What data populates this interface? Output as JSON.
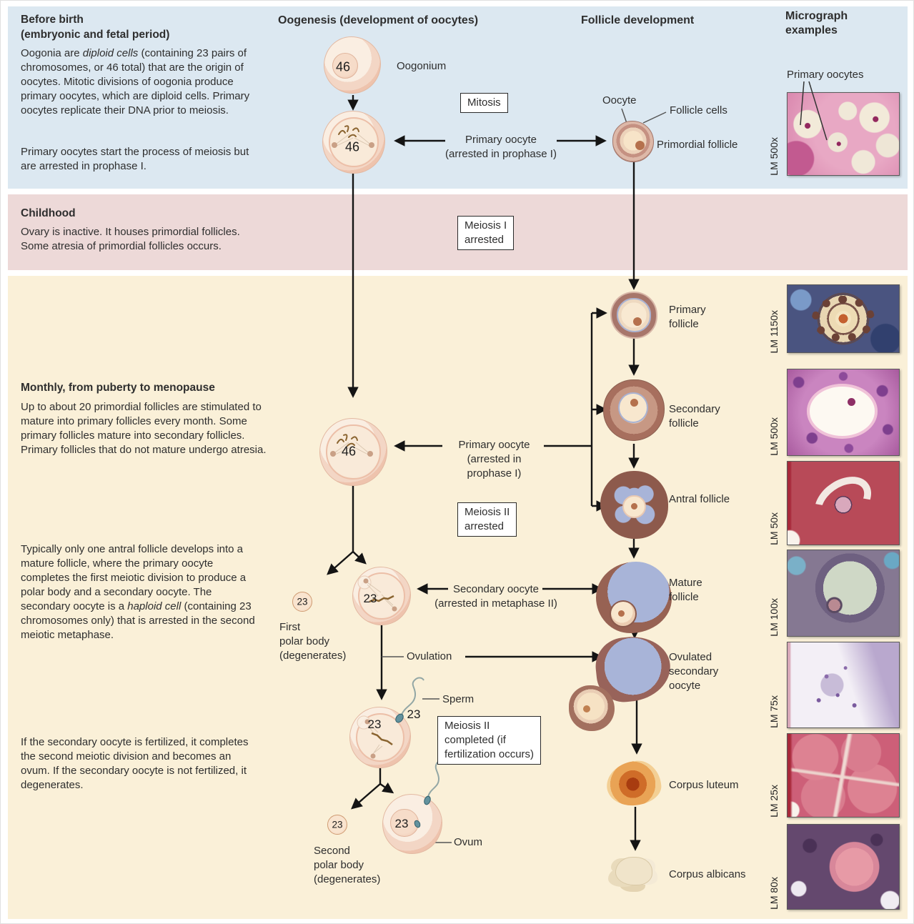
{
  "colors": {
    "band_before_birth": "#dce8f1",
    "band_childhood": "#edd9d8",
    "band_monthly": "#faf0d8",
    "arrow": "#141414",
    "text": "#2e2e2e"
  },
  "headers": {
    "oogenesis": "Oogenesis (development of oocytes)",
    "follicle": "Follicle development",
    "micrograph": "Micrograph\nexamples"
  },
  "sections": {
    "before_birth": {
      "heading": "Before birth\n(embryonic and fetal period)",
      "p1a": "Oogonia are ",
      "p1b": "diploid cells",
      "p1c": " (containing 23 pairs of chromosomes, or 46 total) that are the origin of oocytes. Mitotic divisions of oogonia produce primary oocytes, which are diploid cells. Primary oocytes replicate their DNA prior to meiosis.",
      "p2": "Primary oocytes start the process of meiosis but are arrested in prophase I."
    },
    "childhood": {
      "heading": "Childhood",
      "body": "Ovary is inactive. It houses primordial follicles.\nSome atresia of primordial follicles occurs."
    },
    "monthly": {
      "heading": "Monthly, from puberty to menopause",
      "body": "Up to about 20 primordial follicles are stimulated to mature into primary follicles every month. Some primary follicles mature into secondary follicles. Primary follicles that do not mature undergo atresia."
    },
    "antral_note": {
      "p1a": "Typically only one antral follicle develops into a mature follicle, where the primary oocyte completes the first meiotic division to produce a polar body and a secondary oocyte. The secondary oocyte is a ",
      "p1b": "haploid cell",
      "p1c": " (containing 23 chromosomes only) that is arrested in the second meiotic metaphase."
    },
    "fertilization_note": "If the secondary oocyte is fertilized, it completes the second meiotic division and becomes an ovum. If the secondary oocyte is not fertilized, it degenerates."
  },
  "boxes": {
    "mitosis": "Mitosis",
    "meiosis1": "Meiosis I\narrested",
    "meiosis2": "Meiosis II\narrested",
    "meiosis2_completed": "Meiosis II\ncompleted (if\nfertilization occurs)"
  },
  "labels": {
    "oogonium": "Oogonium",
    "primary_oocyte_top": "Primary oocyte\n(arrested in prophase I)",
    "oocyte": "Oocyte",
    "follicle_cells": "Follicle cells",
    "primordial_follicle": "Primordial follicle",
    "primary_oocyte_mid": "Primary oocyte\n(arrested in\nprophase I)",
    "secondary_oocyte": "Secondary oocyte\n(arrested in metaphase II)",
    "ovulation": "Ovulation",
    "sperm": "Sperm",
    "first_polar_body": "First\npolar body\n(degenerates)",
    "second_polar_body": "Second\npolar body\n(degenerates)",
    "ovum": "Ovum",
    "primary_follicle": "Primary\nfollicle",
    "secondary_follicle": "Secondary\nfollicle",
    "antral_follicle": "Antral follicle",
    "mature_follicle": "Mature\nfollicle",
    "ovulated_secondary_oocyte": "Ovulated\nsecondary\noocyte",
    "corpus_luteum": "Corpus luteum",
    "corpus_albicans": "Corpus albicans",
    "micrograph_primary_oocytes": "Primary oocytes"
  },
  "numbers": {
    "oogonium": "46",
    "primary_top": "46",
    "primary_mid": "46",
    "first_polar": "23",
    "secondary": "23",
    "fertilized": "23",
    "fert_sperm": "23",
    "second_polar": "23",
    "ovum": "23"
  },
  "micrographs": [
    {
      "mag": "LM 500x"
    },
    {
      "mag": "LM 1150x"
    },
    {
      "mag": "LM 500x"
    },
    {
      "mag": "LM 50x"
    },
    {
      "mag": "LM 100x"
    },
    {
      "mag": "LM 75x"
    },
    {
      "mag": "LM 25x"
    },
    {
      "mag": "LM 80x"
    }
  ]
}
